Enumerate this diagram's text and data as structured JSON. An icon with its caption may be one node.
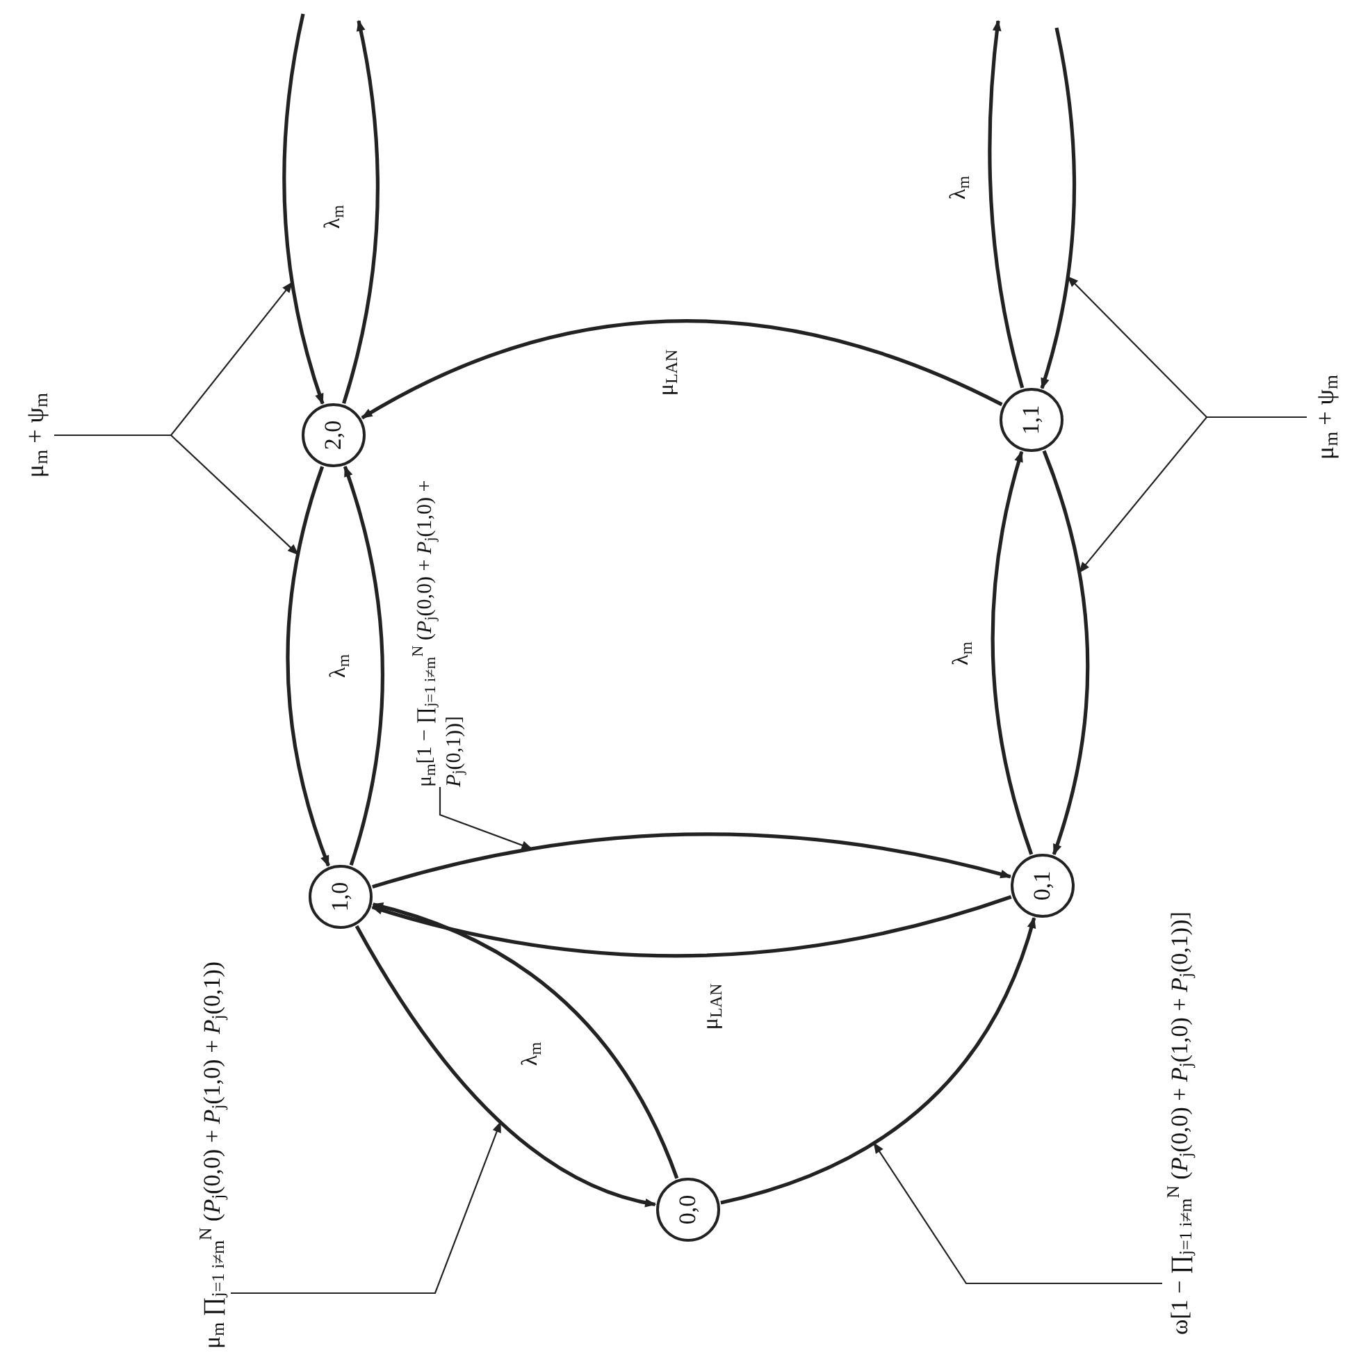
{
  "diagram": {
    "nodes": [
      {
        "text": [
          "0,0"
        ]
      },
      {
        "text": [
          "1,0"
        ]
      },
      {
        "text": [
          "0,1"
        ]
      },
      {
        "text": [
          "2,0"
        ]
      },
      {
        "text": [
          "1,1"
        ]
      },
      {
        "text": [
          "μ$_{m}$ ∏$_{j=1 i≠m}$$^{N}$ (*P*$_{j}$(0,0) + *P*$_{j}$(1,0) + *P*$_{j}$(0,1))"
        ]
      },
      {
        "text": [
          "μ$_{m}$[1 − ∏$_{j=1 i≠m}$$^{N}$ (*P*$_{j}$(0,0) + *P*$_{j}$(1,0) + *P*$_{j}$(0,1))]"
        ]
      },
      {
        "text": [
          "ω[1 − ∏$_{j=1 i≠m}$$^{N}$ (*P*$_{j}$(0,0) + *P*$_{j}$(1,0) + *P*$_{j}$(0,1))]"
        ]
      },
      {
        "text": [
          "μ$_{m}$ + ψ$_{m}$"
        ]
      },
      {
        "text": [
          "μ$_{m}$ + ψ$_{m}$"
        ]
      }
    ],
    "edges": [
      {
        "from": 0,
        "to": 1,
        "arrow": "to",
        "label": "λ$_{m}$"
      },
      {
        "from": 1,
        "to": 0,
        "arrow": "to"
      },
      {
        "from": 0,
        "to": 2,
        "arrow": "to"
      },
      {
        "from": 1,
        "to": 3,
        "arrow": "to",
        "label": "λ$_{m}$"
      },
      {
        "from": 3,
        "to": 1,
        "arrow": "to"
      },
      {
        "from": 2,
        "to": 4,
        "arrow": "to",
        "label": "λ$_{m}$"
      },
      {
        "from": 4,
        "to": 2,
        "arrow": "to"
      },
      {
        "from": 1,
        "to": 2,
        "arrow": "to"
      },
      {
        "from": 2,
        "to": 1,
        "arrow": "to",
        "label": "μ$_{LAN}$"
      },
      {
        "from": 4,
        "to": 3,
        "arrow": "to",
        "label": "μ$_{LAN}$"
      },
      {
        "from": null,
        "to": 3,
        "arrow": "to"
      },
      {
        "from": 3,
        "to": null,
        "arrow": "to",
        "label": "λ$_{m}$"
      },
      {
        "from": 4,
        "to": null,
        "arrow": "to",
        "label": "λ$_{m}$"
      },
      {
        "from": null,
        "to": 4,
        "arrow": "to"
      },
      {
        "from": 5,
        "to": null,
        "arrow": "to"
      },
      {
        "from": 6,
        "to": null,
        "arrow": "to"
      },
      {
        "from": 7,
        "to": null,
        "arrow": "to"
      },
      {
        "from": 8,
        "to": null,
        "arrow": "to"
      },
      {
        "from": 8,
        "to": null,
        "arrow": "to"
      },
      {
        "from": 9,
        "to": null,
        "arrow": "to"
      },
      {
        "from": 9,
        "to": null,
        "arrow": "to"
      }
    ]
  }
}
